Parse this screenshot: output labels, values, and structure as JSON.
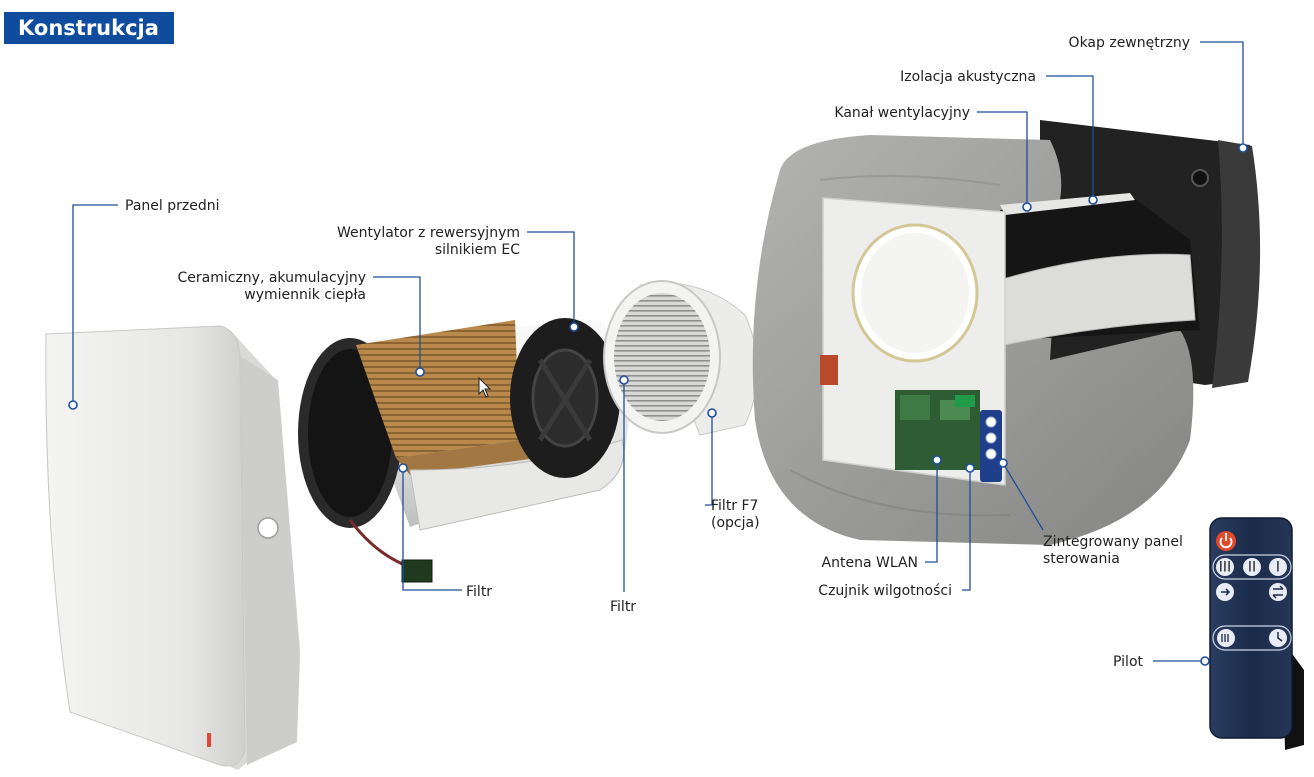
{
  "title": "Konstrukcja",
  "colors": {
    "title_bg": "#0f4c9e",
    "title_text": "#ffffff",
    "leader_line": "#1f4f9a",
    "remote_body": "#1b2b4a",
    "power_button": "#e14a2a",
    "heat_exchanger": "#b8894a",
    "insulation": "#9a9a98"
  },
  "labels": {
    "front_panel": "Panel przedni",
    "ceramic_exchanger_line1": "Ceramiczny, akumulacyjny",
    "ceramic_exchanger_line2": "wymiennik ciepła",
    "fan_line1": "Wentylator z rewersyjnym",
    "fan_line2": "silnikiem EC",
    "filter_left": "Filtr",
    "filter_middle": "Filtr",
    "filter_f7_line1": "Filtr F7",
    "filter_f7_line2": "(opcja)",
    "outer_hood": "Okap zewnętrzny",
    "acoustic_insulation": "Izolacja akustyczna",
    "ventilation_duct": "Kanał wentylacyjny",
    "wlan_antenna": "Antena WLAN",
    "humidity_sensor": "Czujnik wilgotności",
    "control_panel_line1": "Zintegrowany panel",
    "control_panel_line2": "sterowania",
    "remote": "Pilot"
  },
  "remote_buttons": {
    "speed_3": "III",
    "speed_2": "II",
    "speed_1": "I"
  },
  "icons": [
    "power-icon",
    "inflow-icon",
    "regeneration-icon",
    "night-mode-icon",
    "timer-icon",
    "cursor-icon"
  ]
}
